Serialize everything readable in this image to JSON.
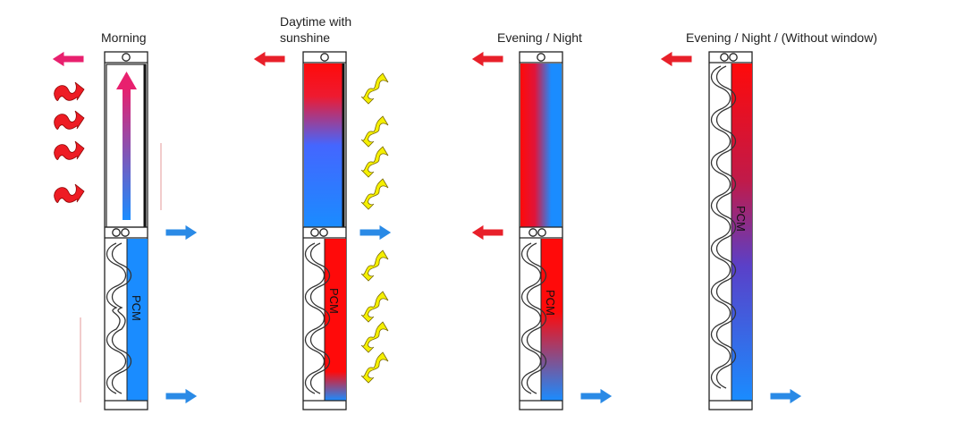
{
  "panels": [
    {
      "title": "Morning",
      "pcm_label": "PCM"
    },
    {
      "title_line1": "Daytime with",
      "title_line2": "sunshine",
      "pcm_label": "PCM"
    },
    {
      "title": "Evening / Night",
      "pcm_label": "PCM"
    },
    {
      "title": "Evening / Night / (Without window)",
      "pcm_label": "PCM"
    }
  ],
  "colors": {
    "hot": "#ff0a0a",
    "hot_arrow": "#e8202a",
    "pink_arrow": "#e8206e",
    "cold": "#1a8cff",
    "cold_arrow": "#2a8ae6",
    "sun": "#f5f000",
    "outline": "#222222"
  },
  "icons": [
    "heat-wave-icon",
    "sun-ray-icon",
    "air-flow-arrow-icon",
    "vent-roller-icon",
    "wavy-fin-icon"
  ]
}
